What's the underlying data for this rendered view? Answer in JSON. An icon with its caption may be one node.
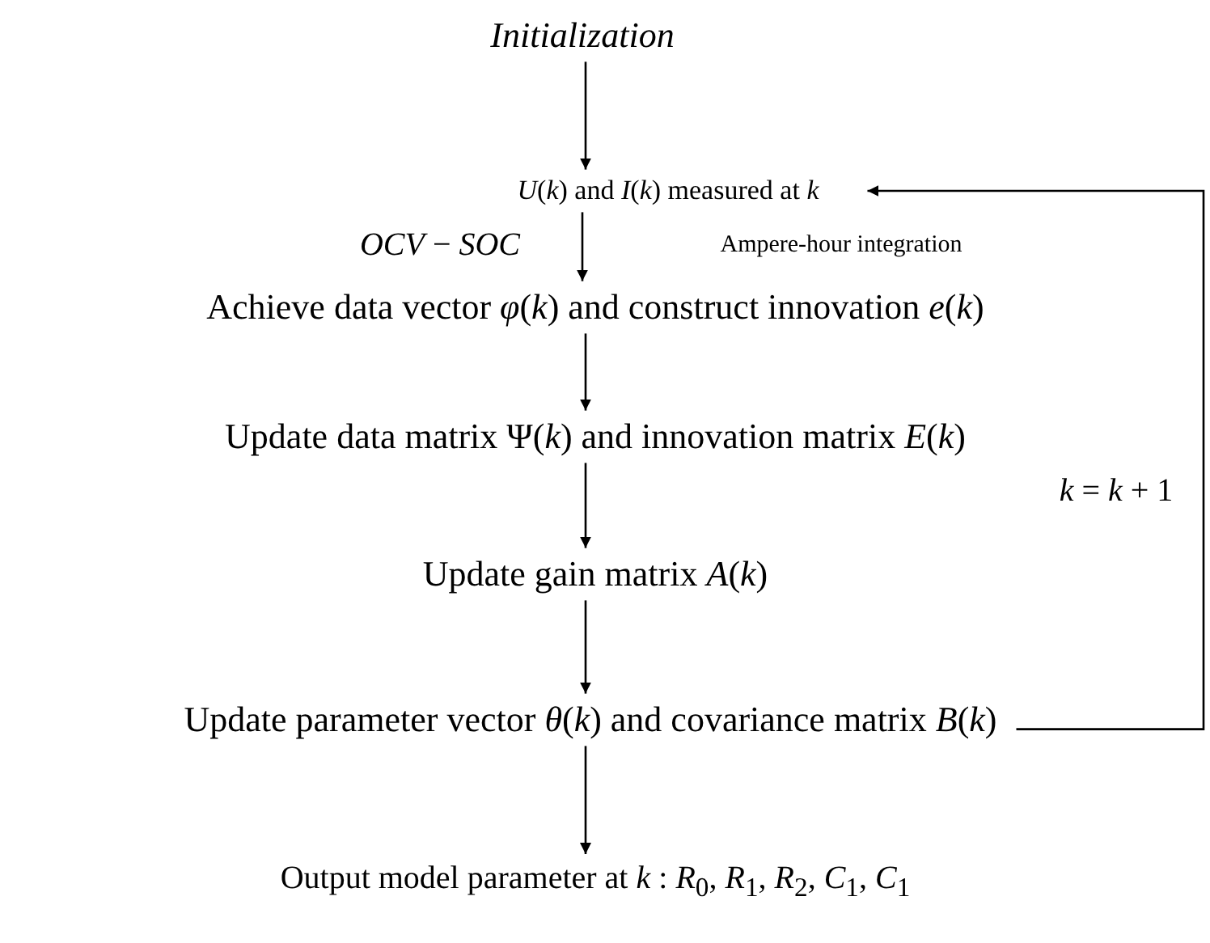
{
  "diagram": {
    "nodes": [
      {
        "text": [
          "Initialization"
        ]
      },
      {
        "text": [
          "*U*(*k*) and *I*(*k*) measured at *k*"
        ]
      },
      {
        "text": [
          "Achieve data vector *φ*(*k*) and construct innovation *e*(*k*)"
        ]
      },
      {
        "text": [
          "Update data matrix Ψ(*k*) and innovation matrix *E*(*k*)"
        ]
      },
      {
        "text": [
          "Update gain matrix *A*(*k*)"
        ]
      },
      {
        "text": [
          "Update parameter vector *θ*(*k*) and covariance matrix *B*(*k*)"
        ]
      },
      {
        "text": [
          "Output model parameter at *k* : *R*$_{0}$, *R*$_{1}$, *R*$_{2}$, *C*$_{1}$, *C*$_{1}$"
        ]
      }
    ],
    "edges": [
      {
        "from": 0,
        "to": 1,
        "arrow": "to"
      },
      {
        "from": 1,
        "to": 2,
        "arrow": "to"
      },
      {
        "from": 2,
        "to": 3,
        "arrow": "to"
      },
      {
        "from": 3,
        "to": 4,
        "arrow": "to"
      },
      {
        "from": 4,
        "to": 5,
        "arrow": "to"
      },
      {
        "from": 5,
        "to": 6,
        "arrow": "to"
      },
      {
        "from": 5,
        "to": 1,
        "arrow": "to",
        "label": "*k* = *k* + 1"
      }
    ],
    "labels": [
      "*OCV* − *SOC*",
      "Ampere-hour integration"
    ]
  }
}
